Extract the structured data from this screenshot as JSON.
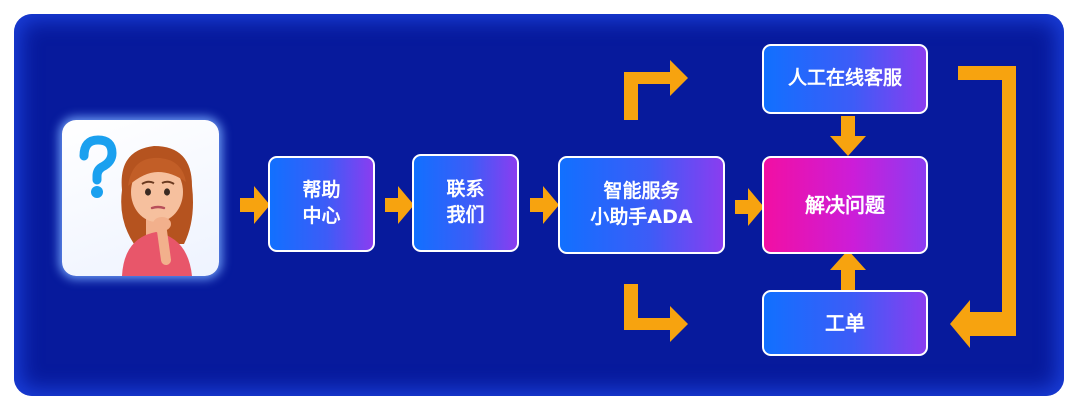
{
  "colors": {
    "panel": "#071a9c",
    "arrow": "#f7a30f",
    "node_gradient": [
      "#1170ff",
      "#8a3df0"
    ],
    "highlight_gradient": [
      "#f20fa3",
      "#8b3cf2"
    ]
  },
  "nodes": {
    "help_center": {
      "line1": "帮助",
      "line2": "中心"
    },
    "contact_us": {
      "line1": "联系",
      "line2": "我们"
    },
    "smart_assistant": {
      "line1": "智能服务",
      "line2": "小助手ADA"
    },
    "live_agent": {
      "label": "人工在线客服"
    },
    "resolve": {
      "label": "解决问题"
    },
    "ticket": {
      "label": "工单"
    }
  },
  "icons": {
    "question": "question-mark-icon",
    "person": "confused-woman-illustration"
  }
}
